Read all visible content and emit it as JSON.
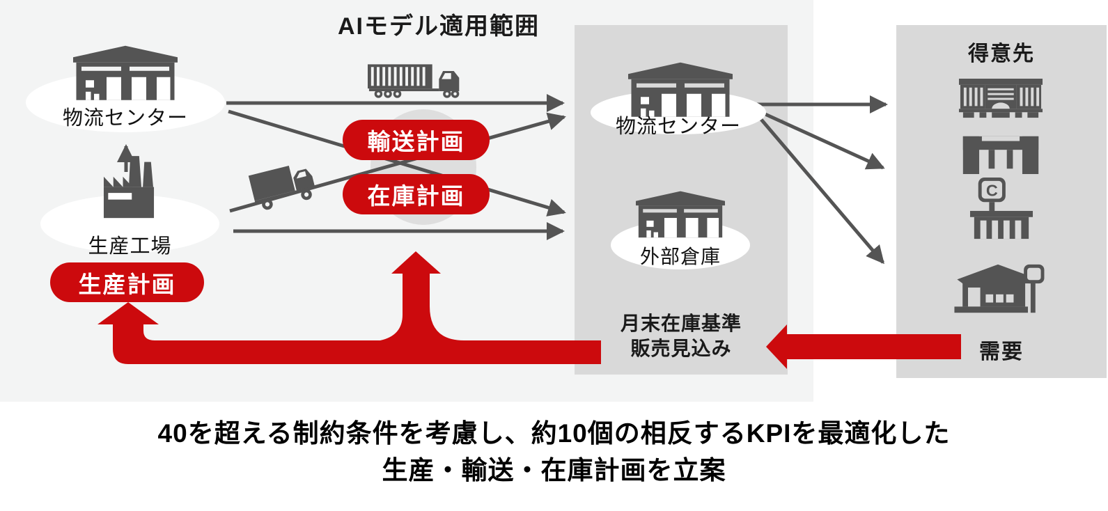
{
  "title": "AIモデル適用範囲",
  "colors": {
    "accent_red": "#cc0a0d",
    "panel_dark_gray": "#d9d9d9",
    "panel_light_gray": "#f3f4f4",
    "icon_gray": "#545454"
  },
  "nodes": {
    "dc_left": {
      "label": "物流センター",
      "icon": "warehouse-icon"
    },
    "factory": {
      "label": "生産工場",
      "icon": "factory-icon"
    },
    "dc_mid": {
      "label": "物流センター",
      "icon": "warehouse-icon"
    },
    "ext_warehouse": {
      "label": "外部倉庫",
      "icon": "warehouse-icon"
    }
  },
  "plans": {
    "production": "生産計画",
    "transport": "輸送計画",
    "inventory": "在庫計画"
  },
  "mid_panel_note": {
    "line1": "月末在庫基準",
    "line2": "販売見込み"
  },
  "right_panel": {
    "title": "得意先",
    "demand": "需要",
    "c_sign": "C",
    "icons": [
      "department-store-icon",
      "shop-gate-icon",
      "convenience-store-icon",
      "roadside-store-icon"
    ]
  },
  "vehicles": [
    "semi-truck-icon",
    "box-truck-icon"
  ],
  "caption": {
    "line1": "40を超える制約条件を考慮し、約10個の相反するKPIを最適化した",
    "line2": "生産・輸送・在庫計画を立案"
  }
}
